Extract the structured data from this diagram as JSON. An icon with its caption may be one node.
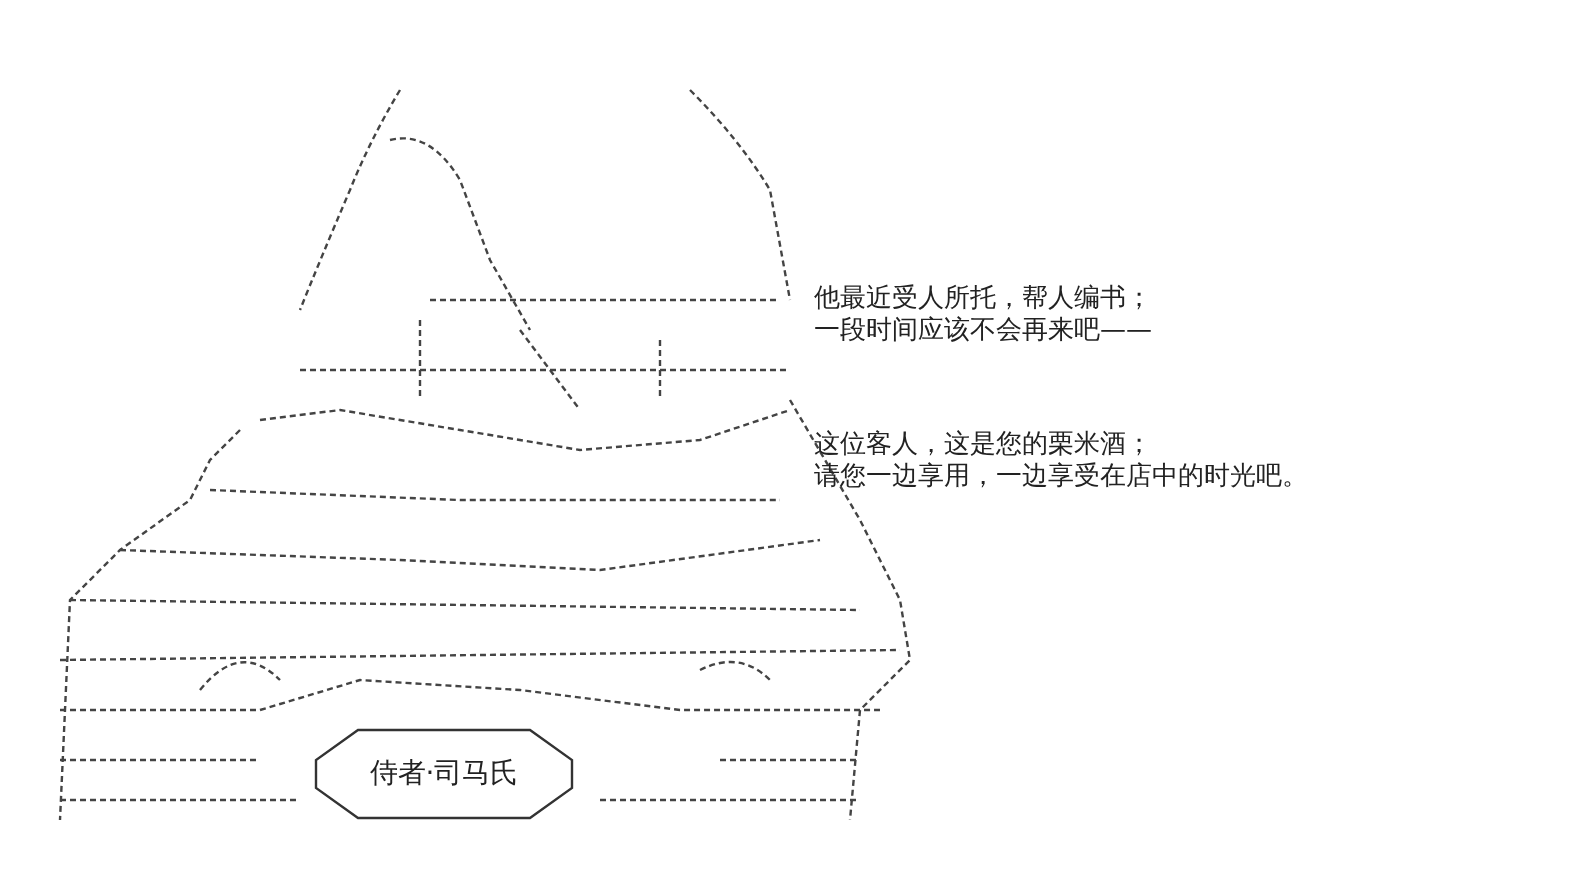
{
  "diagram": {
    "nodes": [
      {
        "text": [
          "侍者·司马氏"
        ]
      }
    ],
    "labels": [
      "他最近受人所托，帮人编书；",
      "一段时间应该不会再来吧——",
      "这位客人，这是您的栗米酒；",
      "请您一边享用，一边享受在店中的时光吧。"
    ]
  }
}
